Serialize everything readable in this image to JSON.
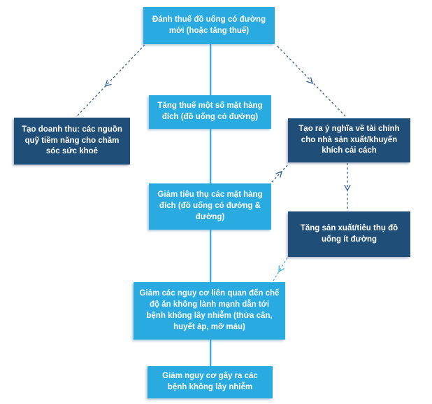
{
  "diagram": {
    "title": "So do tac dong thue do uong co duong (flowchart)",
    "background_color": "#FFFFFF",
    "colors": {
      "light_box": "#29ABE2",
      "dark_box": "#1F4E79",
      "solid_connector": "#2FAFE6",
      "dashed_connector_dark": "#2E6095",
      "dashed_connector_light": "#3FB3E8",
      "text": "#FFFFFF"
    },
    "nodes": {
      "tax": {
        "label": "Đánh thuế đồ uống có đường mới (hoặc tăng thuế)",
        "style": "light"
      },
      "increase_tax": {
        "label": "Tăng thuế một số mặt hàng đích (đồ uống có đường)",
        "style": "light"
      },
      "revenue": {
        "label": "Tạo doanh thu: các nguồn quỹ tiềm năng cho chăm sóc sức khoẻ",
        "style": "dark"
      },
      "financial_incentive": {
        "label": "Tạo ra ý nghĩa về tài chính cho nhà sản xuất/khuyến khích cải cách",
        "style": "dark"
      },
      "reduce_consumption": {
        "label": "Giảm tiêu thụ các mặt hàng đích (đồ uống có đường & đường)",
        "style": "light"
      },
      "low_sugar_drinks": {
        "label": "Tăng sản xuất/tiêu thụ đồ uống ít đường",
        "style": "dark"
      },
      "reduce_diet_risk": {
        "label": "Giảm các nguy cơ liên quan đến chế độ ăn không lành mạnh dẫn tới bệnh không lây nhiễm (thừa cân, huyết áp, mỡ máu)",
        "style": "light"
      },
      "reduce_ncd": {
        "label": "Giảm nguy cơ gây ra các bệnh không lây nhiễm",
        "style": "light"
      }
    },
    "edges": [
      {
        "from": "tax",
        "to": "increase_tax",
        "style": "solid-light",
        "arrow": false
      },
      {
        "from": "tax",
        "to": "revenue",
        "style": "dashed-dark",
        "arrow": true
      },
      {
        "from": "tax",
        "to": "financial_incentive",
        "style": "dashed-dark",
        "arrow": true
      },
      {
        "from": "increase_tax",
        "to": "reduce_consumption",
        "style": "solid-light",
        "arrow": false
      },
      {
        "from": "reduce_consumption",
        "to": "financial_incentive",
        "style": "dashed-dark",
        "arrow": true
      },
      {
        "from": "financial_incentive",
        "to": "low_sugar_drinks",
        "style": "dashed-dark",
        "arrow": true
      },
      {
        "from": "low_sugar_drinks",
        "to": "reduce_diet_risk",
        "style": "dashed-light",
        "arrow": true
      },
      {
        "from": "reduce_consumption",
        "to": "reduce_diet_risk",
        "style": "solid-light",
        "arrow": false
      },
      {
        "from": "reduce_diet_risk",
        "to": "reduce_ncd",
        "style": "solid-light",
        "arrow": false
      }
    ]
  }
}
